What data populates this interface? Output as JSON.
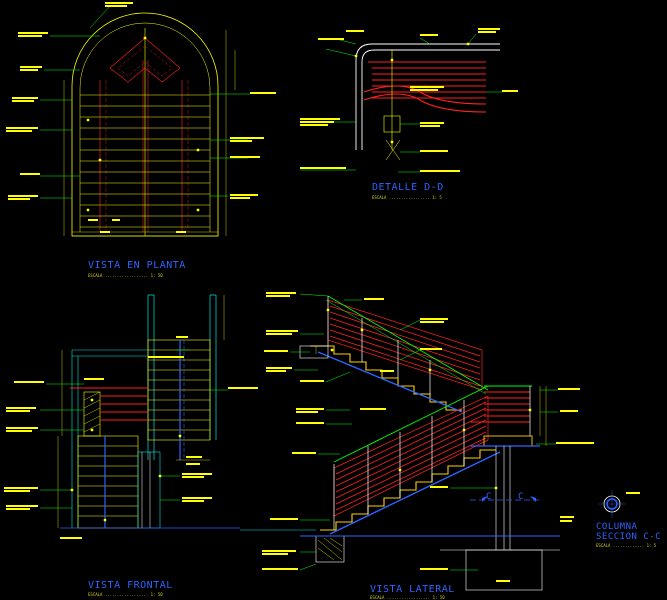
{
  "views": {
    "planta": {
      "title": "VISTA EN PLANTA",
      "scale": "ESCALA .................. 1: 50"
    },
    "detalle": {
      "title": "DETALLE D-D",
      "scale": "ESCALA ................. 1: 5"
    },
    "frontal": {
      "title": "VISTA FRONTAL",
      "scale": "ESCALA .................. 1: 50"
    },
    "lateral": {
      "title": "VISTA LATERAL",
      "scale": "ESCALA .................. 1: 50"
    },
    "columna": {
      "title": "COLUMNA",
      "title2": "SECCION C-C",
      "scale": "ESCALA ............. 1: 5"
    }
  },
  "section_marks": {
    "c": "C"
  },
  "colors": {
    "background": "#000000",
    "outline": "#ffff00",
    "railing": "#ff2020",
    "structure": "#00e5e5",
    "accent": "#2d63ff",
    "stair": "#ffd000",
    "green": "#00ff00",
    "white": "#ffffff"
  }
}
